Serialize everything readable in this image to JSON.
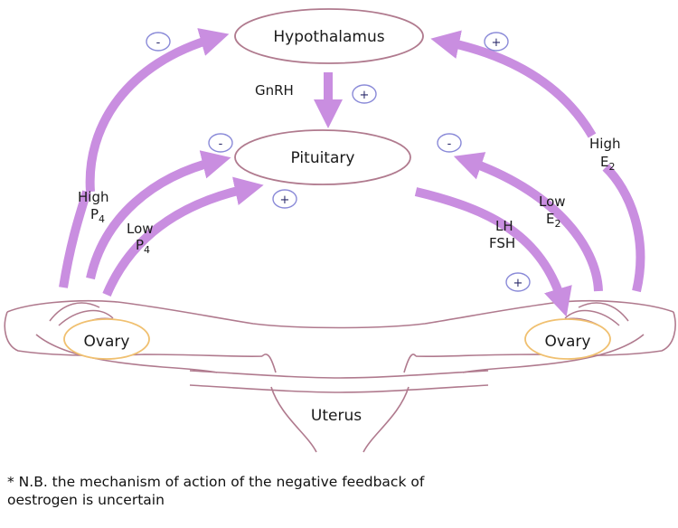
{
  "colors": {
    "arrow": "#c98ee0",
    "outline": "#b07a8e",
    "ovary_outline": "#f0c070",
    "sign_circle": "#8a8ad8",
    "text": "#1a1a1a"
  },
  "nodes": {
    "hypothalamus": "Hypothalamus",
    "pituitary": "Pituitary",
    "ovary_left": "Ovary",
    "ovary_right": "Ovary",
    "uterus": "Uterus"
  },
  "labels": {
    "gnrh": "GnRH",
    "high_p4_line1": "High",
    "high_p4_line2": "P",
    "high_p4_sub": "4",
    "low_p4_line1": "Low",
    "low_p4_line2": "P",
    "low_p4_sub": "4",
    "high_e2_line1": "High",
    "high_e2_line2": "E",
    "high_e2_sub": "2",
    "low_e2_line1": "Low",
    "low_e2_line2": "E",
    "low_e2_sub": "2",
    "lh": "LH",
    "fsh": "FSH"
  },
  "signs": {
    "high_p4": "-",
    "gnrh": "+",
    "high_e2": "+",
    "low_p4_outer": "-",
    "low_p4_inner": "+",
    "low_e2": "-",
    "lh_fsh": "+"
  },
  "footnote": {
    "line1": "* N.B. the mechanism of action of the negative feedback of",
    "line2": "oestrogen is uncertain"
  }
}
